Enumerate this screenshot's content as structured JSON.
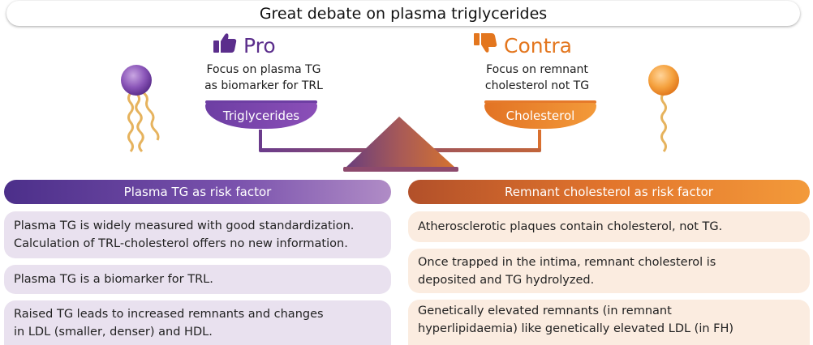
{
  "title": "Great debate on plasma triglycerides",
  "pro": {
    "label": "Pro",
    "icon": "thumbs-up-icon",
    "color": "#5b2e8c",
    "sub_line1": "Focus on plasma TG",
    "sub_line2": "as biomarker for TRL",
    "scale_label": "Triglycerides"
  },
  "contra": {
    "label": "Contra",
    "icon": "thumbs-down-icon",
    "color": "#e3761e",
    "sub_line1": "Focus on remnant",
    "sub_line2": "cholesterol not TG",
    "scale_label": "Cholesterol"
  },
  "left_section": {
    "header": "Plasma TG as risk factor",
    "items": [
      {
        "line1": "Plasma TG is widely measured with good standardization.",
        "line2": "Calculation of TRL-cholesterol offers no new information."
      },
      {
        "line1": "Plasma TG is a biomarker for TRL.",
        "line2": ""
      },
      {
        "line1": "Raised TG leads to increased remnants and changes",
        "line2": "in LDL (smaller, denser) and HDL."
      }
    ]
  },
  "right_section": {
    "header": "Remnant cholesterol as risk factor",
    "items": [
      {
        "line1": "Atherosclerotic plaques contain cholesterol, not TG.",
        "line2": "",
        "line3": ""
      },
      {
        "line1": "Once trapped in the intima, remnant cholesterol is",
        "line2": "deposited and TG hydrolyzed.",
        "line3": ""
      },
      {
        "line1": "Genetically elevated remnants (in remnant",
        "line2": "hyperlipidaemia) like genetically elevated LDL (in FH)",
        "line3": ""
      }
    ]
  }
}
